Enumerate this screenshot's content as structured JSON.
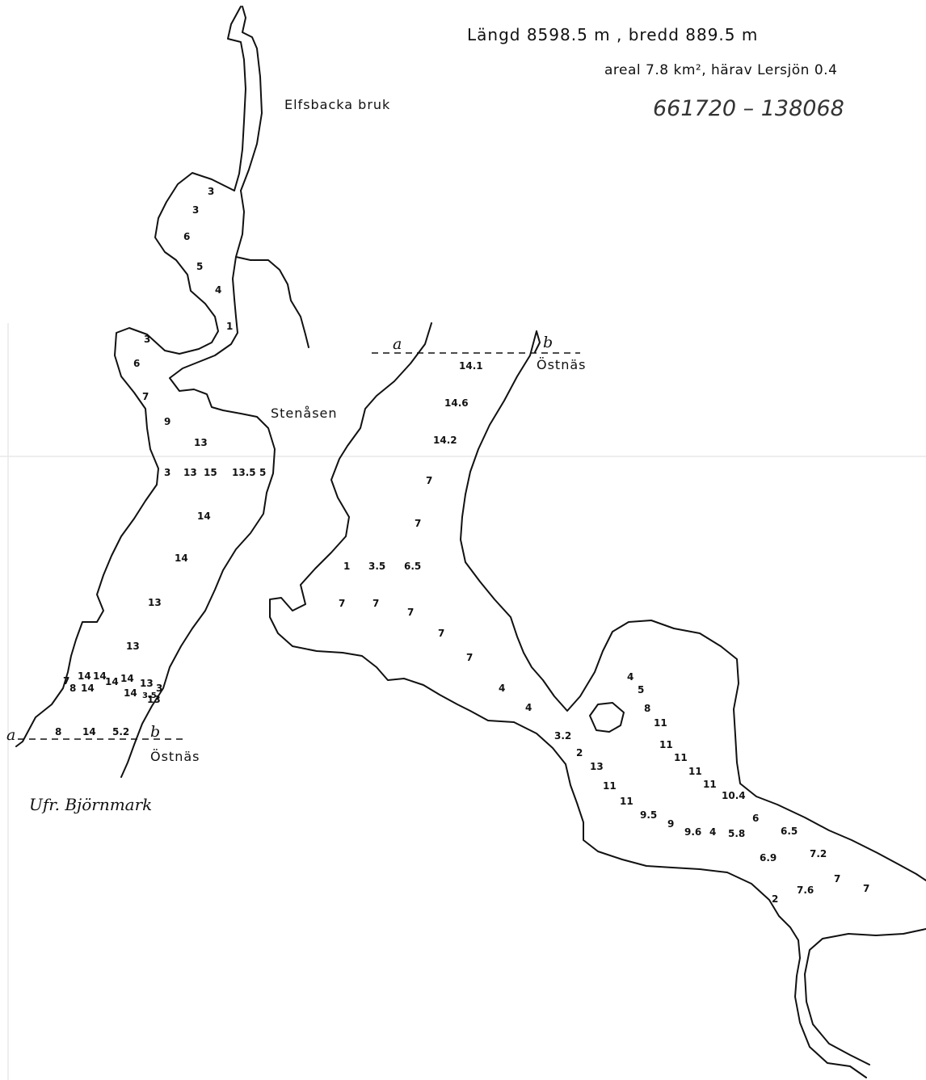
{
  "header": {
    "dimensions": "Längd 8598.5 m ,   bredd 889.5 m",
    "area": "areal 7.8 km², härav Lersjön 0.4",
    "coordinates": "661720 – 138068"
  },
  "places": {
    "elfsbacka": "Elfsbacka bruk",
    "stenasen": "Stenåsen",
    "ostnas_left": "Östnäs",
    "ostnas_right": "Östnäs"
  },
  "section_marks": {
    "left_a": "a",
    "left_b": "b",
    "right_a": "a",
    "right_b": "b"
  },
  "signature": "Ufr. Björnmark",
  "depths": {
    "north_basin": [
      "3",
      "3",
      "6",
      "5",
      "4",
      "1"
    ],
    "left_lake": [
      "3",
      "6",
      "7",
      "9",
      "13",
      "3",
      "13",
      "15",
      "13.5",
      "5",
      "14",
      "14",
      "13",
      "13"
    ],
    "left_south": [
      "7",
      "14",
      "14",
      "14",
      "14",
      "13",
      "3",
      "8",
      "14",
      "14",
      "13",
      "3.5"
    ],
    "left_profile": [
      "8",
      "14",
      "5.2"
    ],
    "right_north": [
      "14.1",
      "14.6",
      "14.2",
      "7",
      "7"
    ],
    "right_mid": [
      "1",
      "3.5",
      "6.5",
      "7",
      "7",
      "7",
      "7",
      "7",
      "4",
      "4"
    ],
    "right_channel": [
      "3.2",
      "2",
      "13",
      "11",
      "11",
      "9.5",
      "9",
      "9.6",
      "4",
      "5.8"
    ],
    "right_east": [
      "4",
      "5",
      "8",
      "11",
      "11",
      "11",
      "11",
      "11",
      "10.4",
      "6",
      "6.5",
      "6.9",
      "7.2",
      "7",
      "7",
      "7.6",
      "2"
    ]
  }
}
